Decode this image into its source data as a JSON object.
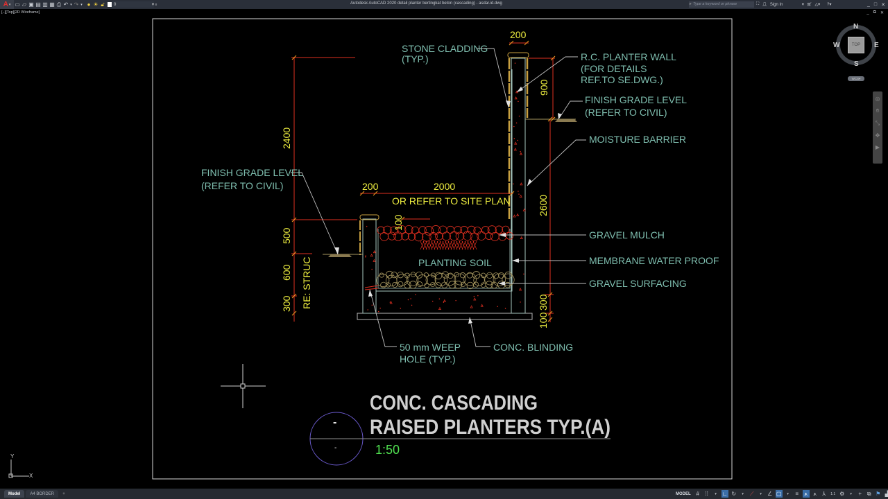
{
  "app": {
    "title": "Autodesk AutoCAD 2020    detail planter bertingkat beton (cascading) - asdar.id.dwg",
    "app_button": "A",
    "layer_current": "0",
    "search_placeholder": "Type a keyword or phrase",
    "sign_in": "Sign In"
  },
  "quick_access": [
    "new-icon",
    "open-icon",
    "save-icon",
    "save-as-icon",
    "cloud-open-icon",
    "cloud-save-icon",
    "plot-icon",
    "undo-icon",
    "redo-icon"
  ],
  "viewport": {
    "label": "[−][Top][2D Wireframe]"
  },
  "viewcube": {
    "face": "TOP",
    "north": "N",
    "south": "S",
    "east": "E",
    "west": "W",
    "wcs": "WCS"
  },
  "drawing": {
    "colors": {
      "dimension_line": "#e03020",
      "dimension_text": "#f0f040",
      "note_text": "#7fbfb0",
      "cladding": "#c8a040",
      "wall_outline": "#a8c8c0",
      "gravel_mulch": "#e03020",
      "gravel_surfacing": "#a89860",
      "leader": "#c0c0c0",
      "title_text": "#d0d0d0",
      "scale_text": "#50e050",
      "callout_circle": "#6a5acd"
    },
    "dimensions": {
      "top_wall_width": "200",
      "upper_wall_height": "900",
      "left_height_total": "2400",
      "left_lower_500": "500",
      "left_lower_600": "600",
      "left_lower_300": "300",
      "right_wall_2600": "2600",
      "right_bottom_300": "300",
      "right_bottom_100": "100",
      "low_wall_width": "200",
      "planter_width": "2000",
      "mulch_depth": "100"
    },
    "notes": {
      "stone_cladding_1": "STONE CLADDING",
      "stone_cladding_2": "(TYP.)",
      "rc_wall_1": "R.C. PLANTER WALL",
      "rc_wall_2": "(FOR DETAILS",
      "rc_wall_3": "REF.TO SE.DWG.)",
      "fgl_right_1": "FINISH GRADE LEVEL",
      "fgl_right_2": "(REFER TO CIVIL)",
      "moisture_barrier": "MOISTURE BARRIER",
      "fgl_left_1": "FINISH GRADE LEVEL",
      "fgl_left_2": "(REFER TO CIVIL)",
      "site_plan": "OR REFER TO SITE PLAN",
      "gravel_mulch": "GRAVEL MULCH",
      "planting_soil": "PLANTING SOIL",
      "membrane": "MEMBRANE WATER PROOF",
      "gravel_surfacing": "GRAVEL SURFACING",
      "re_struc": "RE: STRUC",
      "weep_hole_1": "50 mm WEEP",
      "weep_hole_2": "HOLE (TYP.)",
      "conc_blinding": "CONC. BLINDING"
    },
    "title_block": {
      "line1": "CONC. CASCADING",
      "line2": "RAISED PLANTERS TYP.(A)",
      "scale": "1:50",
      "callout_top": "-",
      "callout_bottom": "-"
    }
  },
  "ucs": {
    "x": "X",
    "y": "Y"
  },
  "statusbar": {
    "tabs": [
      {
        "label": "Model",
        "active": true
      },
      {
        "label": "A4 BORDER",
        "active": false
      }
    ],
    "add_tab": "+",
    "model_space": "MODEL",
    "scale": "1:1"
  }
}
